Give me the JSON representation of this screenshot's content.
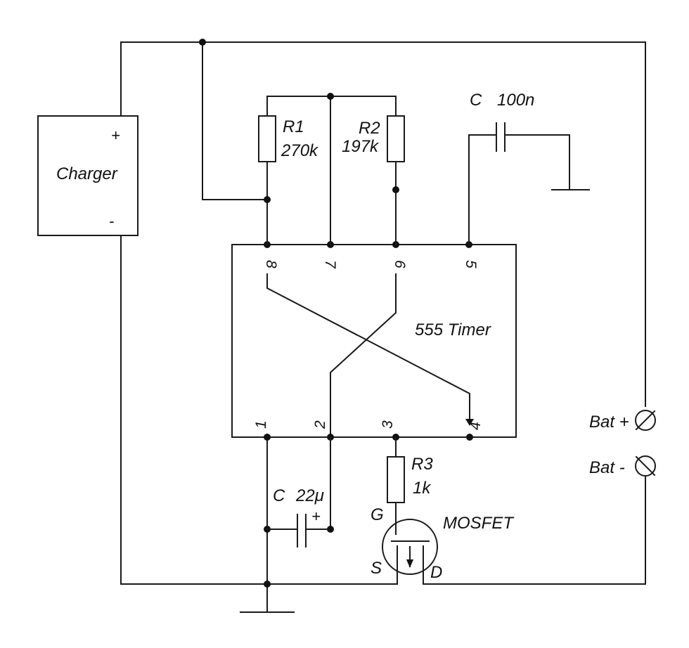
{
  "charger": {
    "label": "Charger",
    "plus": "+",
    "minus": "-"
  },
  "timer": {
    "label": "555 Timer",
    "pins": {
      "p1": "1",
      "p2": "2",
      "p3": "3",
      "p4": "4",
      "p5": "5",
      "p6": "6",
      "p7": "7",
      "p8": "8"
    }
  },
  "r1": {
    "name": "R1",
    "value": "270k"
  },
  "r2": {
    "name": "R2",
    "value": "197k"
  },
  "r3": {
    "name": "R3",
    "value": "1k"
  },
  "c_ctrl": {
    "name": "C",
    "value": "100n"
  },
  "c_timing": {
    "name": "C",
    "value": "22μ",
    "plus": "+"
  },
  "mosfet": {
    "label": "MOSFET",
    "gate": "G",
    "source": "S",
    "drain": "D"
  },
  "battery": {
    "plus_label": "Bat +",
    "minus_label": "Bat -"
  }
}
